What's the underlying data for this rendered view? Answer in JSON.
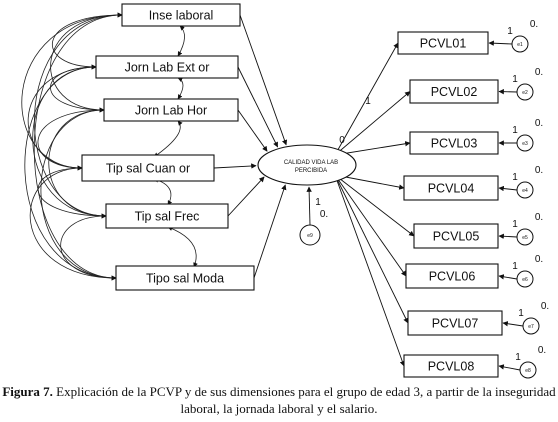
{
  "diagram": {
    "predictors": [
      "Inse laboral",
      "Jorn Lab Ext or",
      "Jorn Lab Hor",
      "Tip sal Cuan or",
      "Tip sal Frec",
      "Tipo sal Moda"
    ],
    "latent": {
      "label_line1": "CALIDAD VIDA LAB",
      "label_line2": "PERCIBIDA",
      "variance": "0",
      "residual": {
        "label": "e9",
        "loading": "1",
        "variance": "0."
      }
    },
    "first_loading": "1",
    "indicators": [
      {
        "label": "PCVL01",
        "error": "e1",
        "loading": "1",
        "variance": "0."
      },
      {
        "label": "PCVL02",
        "error": "e2",
        "loading": "1",
        "variance": "0."
      },
      {
        "label": "PCVL03",
        "error": "e3",
        "loading": "1",
        "variance": "0."
      },
      {
        "label": "PCVL04",
        "error": "e4",
        "loading": "1",
        "variance": "0."
      },
      {
        "label": "PCVL05",
        "error": "e5",
        "loading": "1",
        "variance": "0."
      },
      {
        "label": "PCVL06",
        "error": "e6",
        "loading": "1",
        "variance": "0."
      },
      {
        "label": "PCVL07",
        "error": "e7",
        "loading": "1",
        "variance": "0."
      },
      {
        "label": "PCVL08",
        "error": "e8",
        "loading": "1",
        "variance": "0."
      }
    ]
  },
  "caption": {
    "prefix": "Figura 7.",
    "text": "Explicación de la PCVP y de sus dimensiones para el grupo de edad 3, a partir de la inseguridad laboral, la jornada laboral y el salario."
  }
}
